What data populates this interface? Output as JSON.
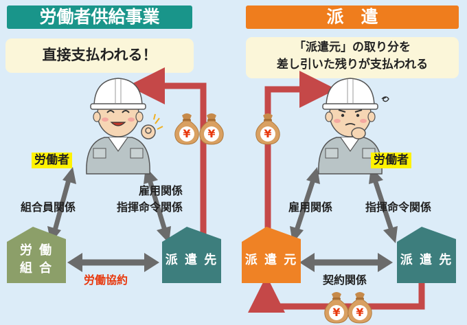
{
  "left": {
    "title": "労働者供給事業",
    "bubble": "直接支払われる！",
    "worker_label": "労働者",
    "rel_left": "組合員関係",
    "rel_right_1": "雇用関係",
    "rel_right_2": "指揮命令関係",
    "house_left_1": "労 働",
    "house_left_2": "組 合",
    "house_right": "派 遣 先",
    "bottom_rel": "労働協約"
  },
  "right": {
    "title": "派　遣",
    "bubble_1": "「派遣元」の取り分を",
    "bubble_2": "差し引いた残りが支払われる",
    "worker_label": "労働者",
    "rel_left": "雇用関係",
    "rel_right": "指揮命令関係",
    "house_left": "派 遣 元",
    "house_right": "派 遣 先",
    "bottom_rel": "契約関係"
  },
  "yen_symbol": "¥",
  "colors": {
    "bg": "#dcecf8",
    "left_title": "#19958a",
    "right_title": "#ef7d1d",
    "bubble": "#fbf6d9",
    "house_teal": "#3d7e7d",
    "house_olive": "#8c9f69",
    "house_orange": "#ef8225",
    "arrow_red": "#c54848",
    "arrow_gray": "#6b6b6b",
    "label_yellow": "#fff200",
    "red_text": "#e8380d"
  },
  "icons": [
    "worker-happy-ok-icon",
    "worker-worried-icon",
    "money-bag-icon",
    "double-arrow-icon"
  ]
}
